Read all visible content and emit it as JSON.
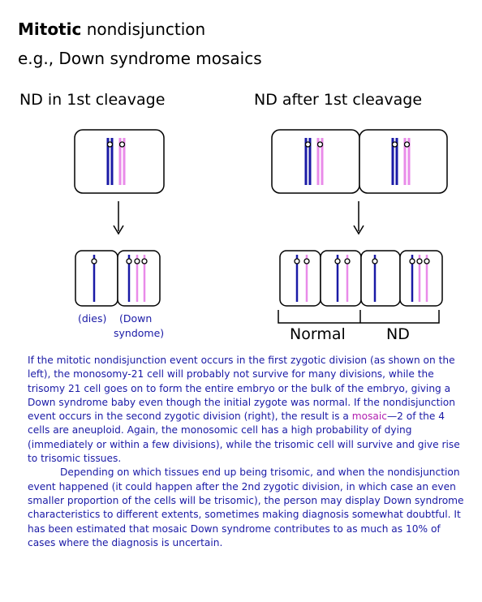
{
  "title": {
    "bold": "Mitotic",
    "rest": " nondisjunction",
    "subtitle": "e.g., Down syndrome mosaics"
  },
  "left": {
    "heading": "ND in 1st cleavage",
    "label_dies": "(dies)",
    "label_down_1": "(Down",
    "label_down_2": "syndome)"
  },
  "right": {
    "heading": "ND after 1st cleavage",
    "label_normal": "Normal",
    "label_nd": "ND"
  },
  "text": {
    "p1_a": "If the mitotic nondisjunction event occurs in the first zygotic division (as shown on the left), the monosomy-21 cell will probably not survive for many divisions, while the trisomy 21 cell goes on to form the entire embryo or the bulk of the embryo, giving a Down syndrome baby even though the initial zygote was normal. If the nondisjunction event occurs in the second zygotic division (right), the result is a ",
    "p1_mosaic": "mosaic",
    "p1_b": "—2 of the 4 cells are aneuploid.  Again, the monosomic cell has a high probability of dying (immediately or within a few divisions), while the trisomic cell will survive and give rise to trisomic tissues.",
    "p2": "Depending on which tissues end up being trisomic, and when the nondisjunction event happened (it could happen after the 2nd zygotic division, in which case an even smaller proportion of the cells will be trisomic), the person may display Down syndrome characteristics to different extents, sometimes making diagnosis somewhat doubtful.  It has been estimated that mosaic Down syndrome contributes to as much as 10% of cases where the diagnosis is uncertain."
  },
  "colors": {
    "maternal": "#1a1aa6",
    "paternal": "#e98be9",
    "outline": "#000000"
  }
}
